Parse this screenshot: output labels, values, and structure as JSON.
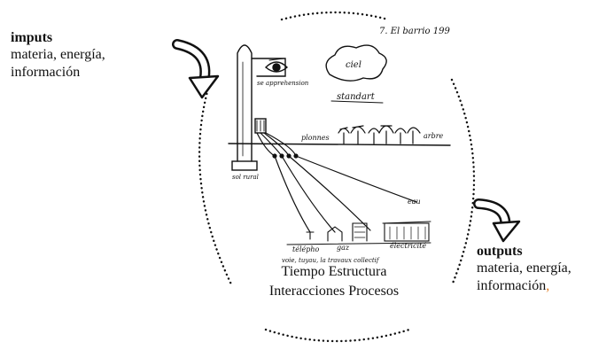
{
  "inputs": {
    "title": "imputs",
    "line1": "materia, energía,",
    "line2": "información"
  },
  "outputs": {
    "title": "outputs",
    "line1": "materia, energía,",
    "line2_text": "información",
    "line2_comma": ","
  },
  "center": {
    "line1": "Tiempo  Estructura",
    "line2": "Interacciones Procesos"
  },
  "sketch": {
    "page_header": "7. El barrio    199",
    "cloud_word": "ciel",
    "eye_caption": "se apprehension",
    "standard_word": "standart",
    "trees_word": "plonnes",
    "trees_word2": "arbre",
    "base_word": "sol rural",
    "water_word": "eau",
    "bottom_words": [
      "télépho",
      "gaz",
      "électricité"
    ],
    "bottom_caption": "voie, tuyau, la travaux collectif"
  },
  "colors": {
    "accent_comma": "#e07a1f"
  }
}
